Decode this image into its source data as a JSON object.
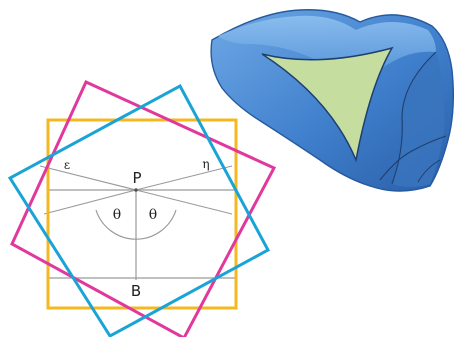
{
  "labels": {
    "point_p": "P",
    "point_b": "B",
    "angle_left": "θ",
    "angle_right": "θ",
    "mark_left": "ε",
    "mark_right": "η"
  },
  "colors": {
    "square": "#f5b820",
    "rotated_magenta": "#e0389c",
    "rotated_cyan": "#1aa4d6",
    "guide_lines": "#9a9a9a",
    "saddle_fill": "#4f8fd6",
    "saddle_dark": "#245a9e",
    "triangle_fill": "#c6dda0",
    "triangle_stroke": "#1f3f6e"
  },
  "icons": {
    "surface": "hyperbolic-saddle-surface",
    "triangle": "hyperbolic-triangle"
  }
}
